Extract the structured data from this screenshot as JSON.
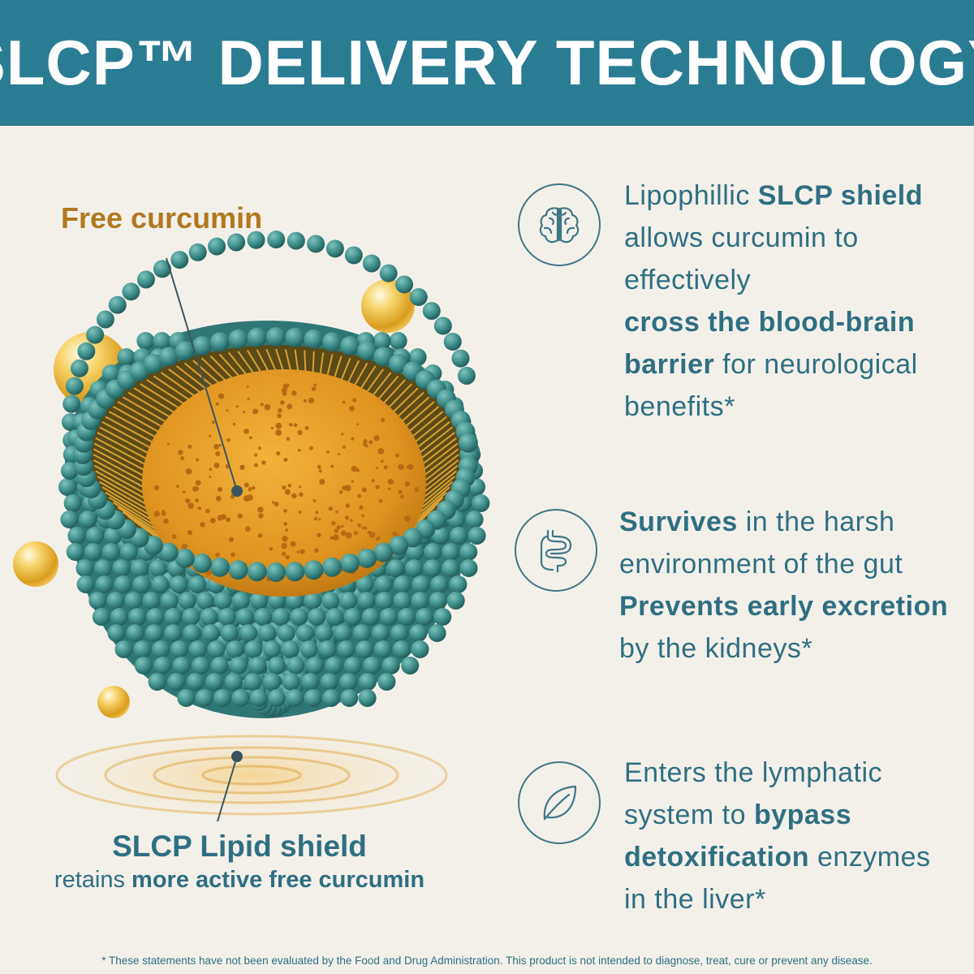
{
  "header": {
    "title": "SLCP™ DELIVERY TECHNOLOGY"
  },
  "illustration": {
    "free_curcumin_label": "Free curcumin",
    "shield_title": "SLCP Lipid shield",
    "shield_sub_prefix": "retains ",
    "shield_sub_bold": "more active free curcumin"
  },
  "benefits": [
    {
      "icon": "brain-icon",
      "lines": [
        {
          "normal": "Lipophillic ",
          "bold": "SLCP shield",
          "after": ""
        },
        {
          "normal": "allows curcumin to",
          "bold": "",
          "after": ""
        },
        {
          "normal": "effectively",
          "bold": "",
          "after": ""
        },
        {
          "normal": "",
          "bold": "cross the blood-brain",
          "after": ""
        },
        {
          "normal": "",
          "bold": "barrier",
          "after": " for neurological"
        },
        {
          "normal": "benefits*",
          "bold": "",
          "after": ""
        }
      ]
    },
    {
      "icon": "intestine-icon",
      "lines": [
        {
          "normal": "",
          "bold": "Survives",
          "after": " in the harsh"
        },
        {
          "normal": "environment of the gut",
          "bold": "",
          "after": ""
        },
        {
          "normal": "",
          "bold": "Prevents early excretion",
          "after": ""
        },
        {
          "normal": "by the kidneys*",
          "bold": "",
          "after": ""
        }
      ]
    },
    {
      "icon": "leaf-icon",
      "lines": [
        {
          "normal": "Enters the lymphatic",
          "bold": "",
          "after": ""
        },
        {
          "normal": "system to ",
          "bold": "bypass",
          "after": ""
        },
        {
          "normal": "",
          "bold": "detoxification",
          "after": " enzymes"
        },
        {
          "normal": "in the liver*",
          "bold": "",
          "after": ""
        }
      ]
    }
  ],
  "disclaimer": "* These statements have not been evaluated by the Food and Drug Administration. This product is not intended to diagnose, treat, cure or prevent any disease.",
  "colors": {
    "header": "#2a7c93",
    "text": "#2f6f82",
    "accent": "#b1791f",
    "shell": "#3f8e8a"
  }
}
